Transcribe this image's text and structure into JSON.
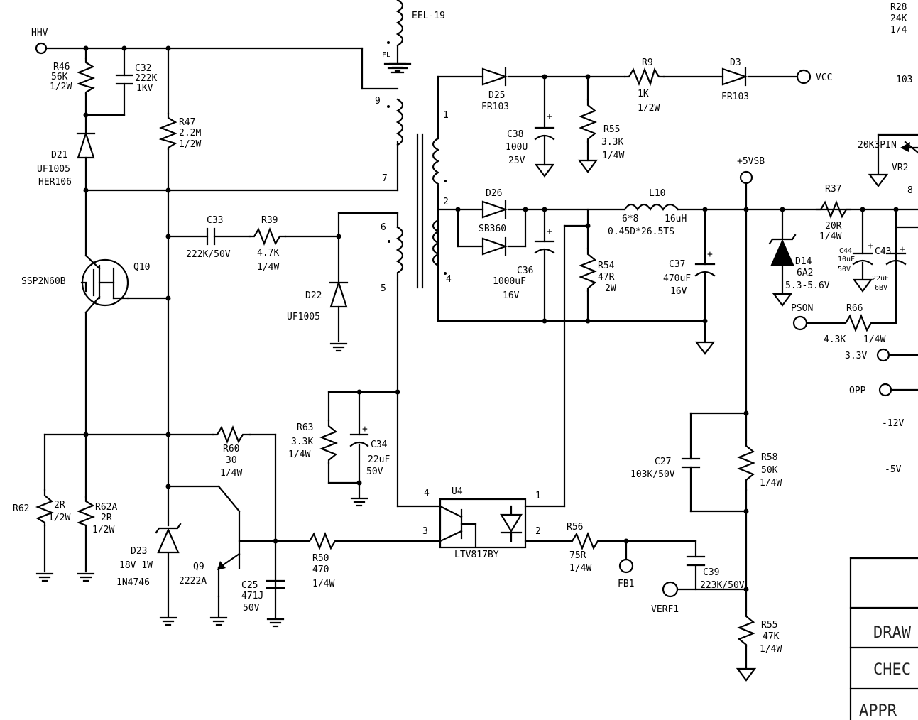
{
  "nets": {
    "hhv": "HHV",
    "vcc": "VCC",
    "p5vsb": "+5VSB",
    "pson": "PSON",
    "v33": "3.3V",
    "opp": "OPP",
    "m12v": "-12V",
    "m5v": "-5V",
    "fb1": "FB1",
    "verf1": "VERF1"
  },
  "transformer": {
    "name": "EEL-19",
    "pins": [
      "9",
      "7",
      "6",
      "5",
      "1",
      "2",
      "4"
    ],
    "fl": "FL"
  },
  "components": {
    "R46": [
      "R46",
      "56K",
      "1/2W"
    ],
    "C32": [
      "C32",
      "222K",
      "1KV"
    ],
    "R47": [
      "R47",
      "2.2M",
      "1/2W"
    ],
    "D21": [
      "D21",
      "UF1005",
      "HER106"
    ],
    "C33": [
      "C33",
      "222K/50V"
    ],
    "R39": [
      "R39",
      "4.7K",
      "1/4W"
    ],
    "Q10": [
      "Q10",
      "SSP2N60B"
    ],
    "D22": [
      "D22",
      "UF1005"
    ],
    "D25": [
      "D25",
      "FR103"
    ],
    "C38": [
      "C38",
      "100U",
      "25V"
    ],
    "R55a": [
      "R55",
      "3.3K",
      "1/4W"
    ],
    "R9": [
      "R9",
      "1K",
      "1/2W"
    ],
    "D3": [
      "D3",
      "FR103"
    ],
    "D26": [
      "D26",
      "SB360"
    ],
    "C36": [
      "C36",
      "1000uF",
      "16V"
    ],
    "R54": [
      "R54",
      "47R",
      "2W"
    ],
    "L10": [
      "L10",
      "6*8",
      "16uH",
      "0.45D*26.5TS"
    ],
    "C37": [
      "C37",
      "470uF",
      "16V"
    ],
    "D14": [
      "D14",
      "6A2",
      "5.3-5.6V"
    ],
    "R37": [
      "R37",
      "20R",
      "1/4W"
    ],
    "C44": [
      "C44",
      "10uF",
      "50V"
    ],
    "C43": [
      "C43",
      "22uF",
      "6BV"
    ],
    "R66": [
      "R66",
      "4.3K",
      "1/4W"
    ],
    "R28": [
      "R28",
      "24K",
      "1/4"
    ],
    "VR2": [
      "VR2",
      "20K3PIN"
    ],
    "cap103": [
      "103"
    ],
    "r8": [
      "8"
    ],
    "R63": [
      "R63",
      "3.3K",
      "1/4W"
    ],
    "C34": [
      "C34",
      "22uF",
      "50V"
    ],
    "R60": [
      "R60",
      "30",
      "1/4W"
    ],
    "R62": [
      "R62",
      "2R",
      "1/2W"
    ],
    "R62A": [
      "R62A",
      "2R",
      "1/2W"
    ],
    "D23": [
      "D23",
      "18V 1W",
      "1N4746"
    ],
    "Q9": [
      "Q9",
      "2222A"
    ],
    "C25": [
      "C25",
      "471J",
      "50V"
    ],
    "R50": [
      "R50",
      "470",
      "1/4W"
    ],
    "U4": [
      "U4",
      "LTV817BY",
      "4",
      "3",
      "1",
      "2"
    ],
    "R56": [
      "R56",
      "75R",
      "1/4W"
    ],
    "C27": [
      "C27",
      "103K/50V"
    ],
    "R58": [
      "R58",
      "50K",
      "1/4W"
    ],
    "C39": [
      "C39",
      "223K/50V"
    ],
    "R55b": [
      "R55",
      "47K",
      "1/4W"
    ]
  },
  "title_block": [
    "DRAW",
    "CHEC",
    "APPR"
  ]
}
